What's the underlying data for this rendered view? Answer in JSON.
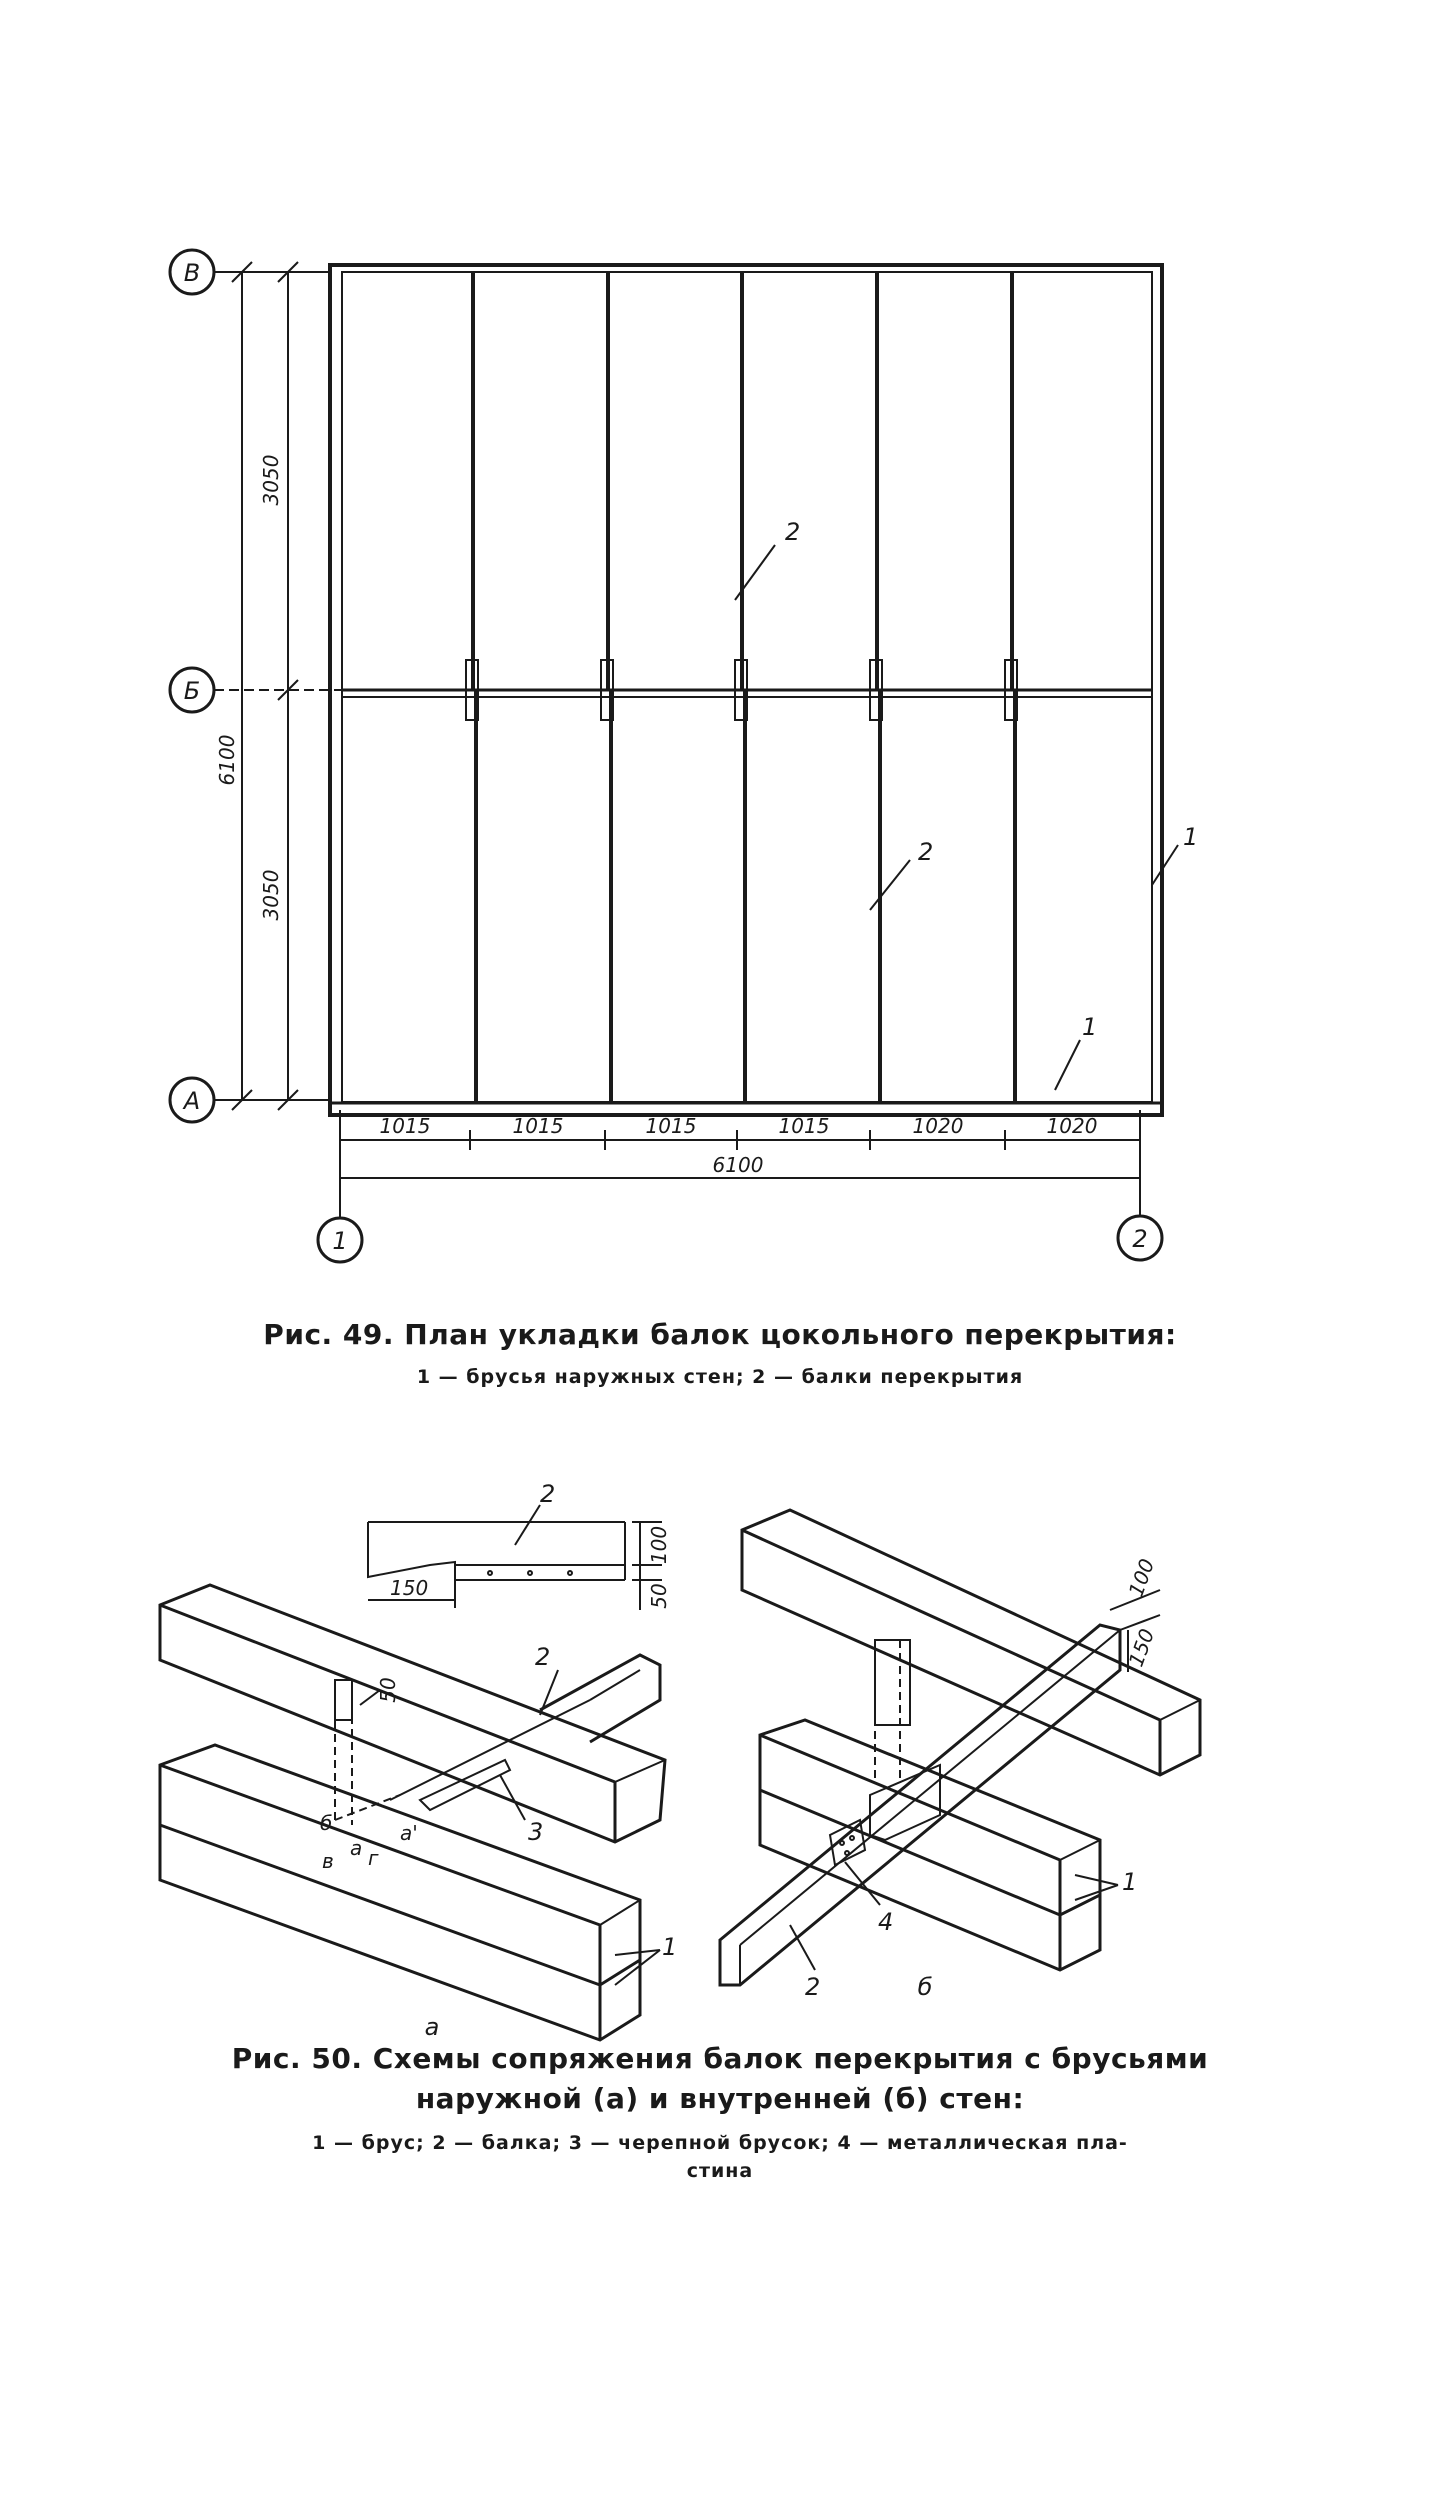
{
  "figure49": {
    "axes_rows": {
      "top": "В",
      "middle": "Б",
      "bottom": "А"
    },
    "axes_cols": {
      "left": "1",
      "right": "2"
    },
    "dims_vertical": {
      "upper": "3050",
      "lower": "3050",
      "total": "6100"
    },
    "dims_horizontal": [
      "1015",
      "1015",
      "1015",
      "1015",
      "1020",
      "1020"
    ],
    "dim_total_horizontal": "6100",
    "callouts": {
      "beam_upper": "2",
      "beam_lower": "2",
      "wall_right": "1",
      "wall_bottom": "1"
    },
    "caption_title": "Рис. 49. План укладки балок цокольного перекрытия:",
    "caption_legend": "1 — брусья наружных стен; 2 — балки перекрытия"
  },
  "figure50": {
    "a": {
      "beam_detail_label": "2",
      "dim_length": "150",
      "dim_top": "100",
      "dim_bottom": "50",
      "dim_vertical": "50",
      "beam_label": "2",
      "bar_label": "3",
      "wall_label": "1",
      "letters": [
        "б",
        "а",
        "в",
        "г",
        "а'"
      ],
      "sublabel": "а"
    },
    "b": {
      "dim_top": "100",
      "dim_side": "150",
      "wall_label": "1",
      "beam_label": "2",
      "plate_label": "4",
      "sublabel": "б"
    },
    "caption_title_line1": "Рис. 50. Схемы сопряжения балок перекрытия с брусьями",
    "caption_title_line2": "наружной (а) и внутренней (б) стен:",
    "caption_legend_line1": "1 — брус; 2 — балка; 3 — черепной брусок; 4 — металлическая пла-",
    "caption_legend_line2": "стина"
  }
}
